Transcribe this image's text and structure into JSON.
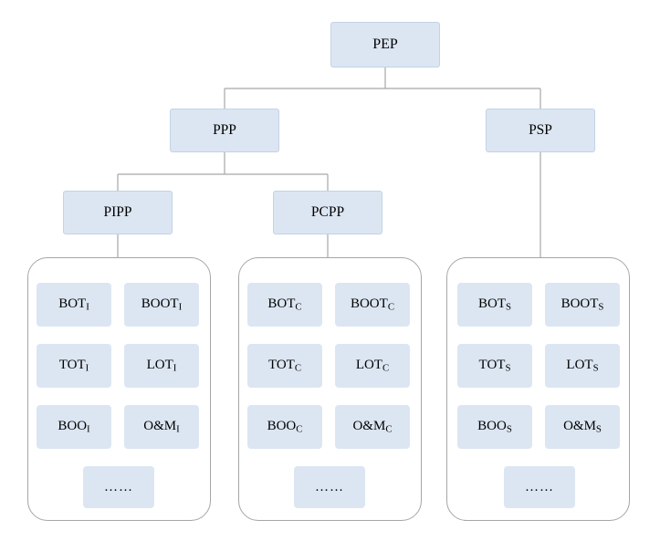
{
  "diagram": {
    "title_node": {
      "label": "PEP"
    },
    "level2": [
      {
        "label": "PPP"
      },
      {
        "label": "PSP"
      }
    ],
    "level3": [
      {
        "label": "PIPP"
      },
      {
        "label": "PCPP"
      }
    ],
    "groups": [
      {
        "name": "pipp-group",
        "items": [
          {
            "base": "BOT",
            "sub": "I"
          },
          {
            "base": "BOOT",
            "sub": "I"
          },
          {
            "base": "TOT",
            "sub": "I"
          },
          {
            "base": "LOT",
            "sub": "I"
          },
          {
            "base": "BOO",
            "sub": "I"
          },
          {
            "base": "O&M",
            "sub": "I"
          }
        ],
        "ellipsis": "……"
      },
      {
        "name": "pcpp-group",
        "items": [
          {
            "base": "BOT",
            "sub": "C"
          },
          {
            "base": "BOOT",
            "sub": "C"
          },
          {
            "base": "TOT",
            "sub": "C"
          },
          {
            "base": "LOT",
            "sub": "C"
          },
          {
            "base": "BOO",
            "sub": "C"
          },
          {
            "base": "O&M",
            "sub": "C"
          }
        ],
        "ellipsis": "……"
      },
      {
        "name": "psp-group",
        "items": [
          {
            "base": "BOT",
            "sub": "S"
          },
          {
            "base": "BOOT",
            "sub": "S"
          },
          {
            "base": "TOT",
            "sub": "S"
          },
          {
            "base": "LOT",
            "sub": "S"
          },
          {
            "base": "BOO",
            "sub": "S"
          },
          {
            "base": "O&M",
            "sub": "S"
          }
        ],
        "ellipsis": "……"
      }
    ],
    "colors": {
      "node_fill": "#dce6f2",
      "node_stroke": "#c3d2e6",
      "group_stroke": "#a6a6a6",
      "connector": "#a6a6a6"
    }
  }
}
